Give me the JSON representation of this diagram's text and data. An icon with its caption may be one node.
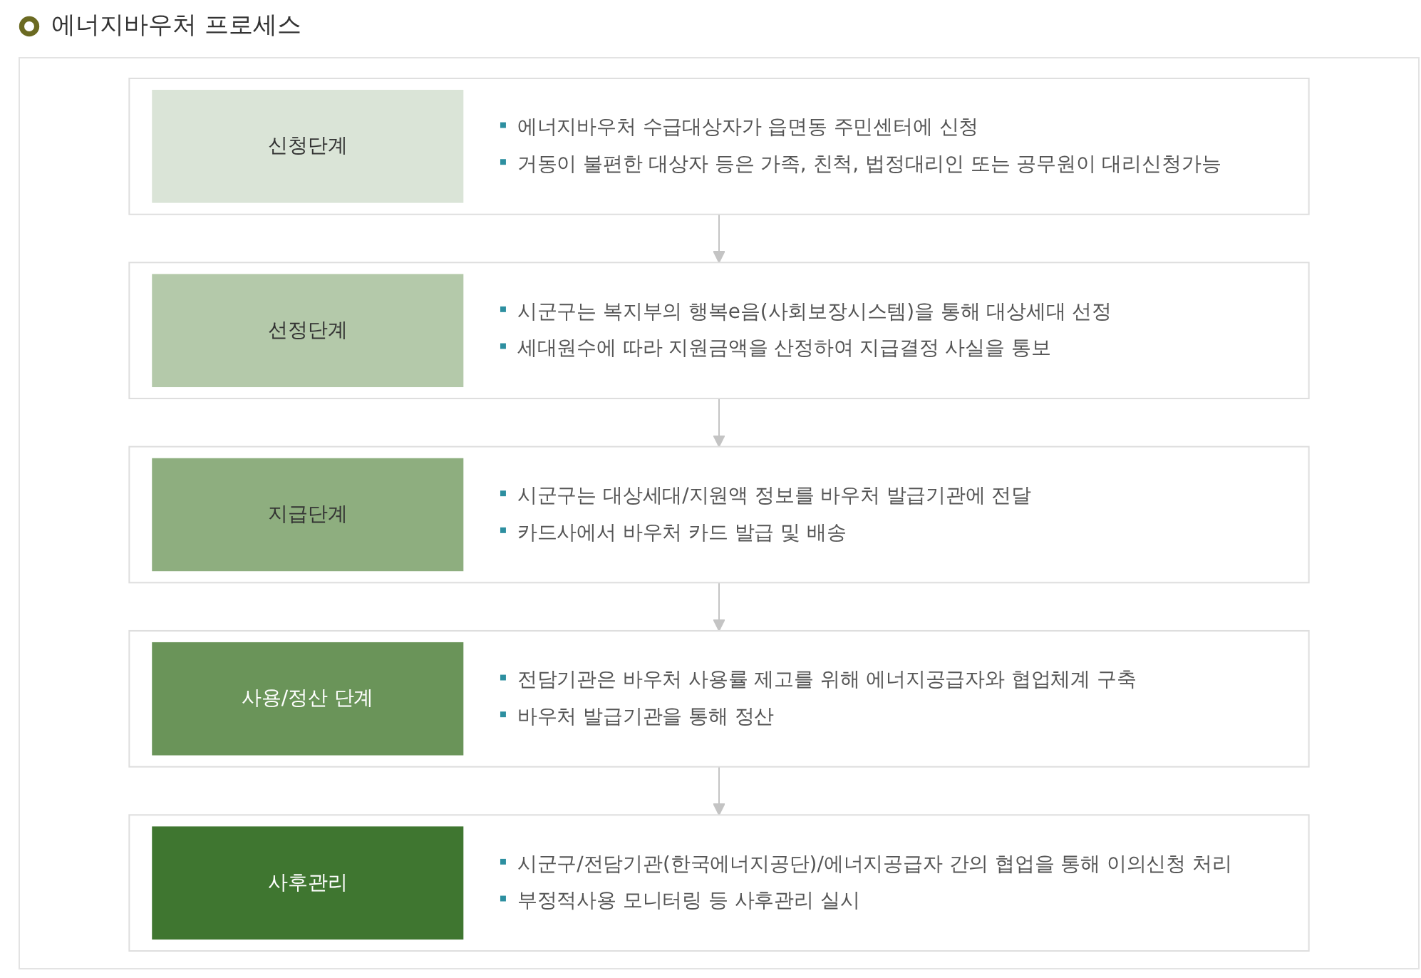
{
  "diagram": {
    "title": "에너지바우처 프로세스",
    "nodes": [
      {
        "text": [
          "신청단계",
          "에너지바우처 수급대상자가 읍면동 주민센터에 신청",
          "거동이 불편한 대상자 등은 가족, 친척, 법정대리인 또는 공무원이 대리신청가능"
        ]
      },
      {
        "text": [
          "선정단계",
          "시군구는 복지부의 행복e음(사회보장시스템)을 통해 대상세대 선정",
          "세대원수에 따라 지원금액을 산정하여 지급결정 사실을 통보"
        ]
      },
      {
        "text": [
          "지급단계",
          "시군구는 대상세대/지원액 정보를 바우처 발급기관에 전달",
          "카드사에서 바우처 카드 발급 및 배송"
        ]
      },
      {
        "text": [
          "사용/정산 단계",
          "전담기관은 바우처 사용률 제고를 위해 에너지공급자와 협업체계 구축",
          "바우처 발급기관을 통해 정산"
        ]
      },
      {
        "text": [
          "사후관리",
          "시군구/전담기관(한국에너지공단)/에너지공급자 간의 협업을 통해 이의신청 처리",
          "부정적사용 모니터링 등 사후관리 실시"
        ]
      }
    ],
    "edges": [
      {
        "from": 0,
        "to": 1,
        "arrow": "to"
      },
      {
        "from": 1,
        "to": 2,
        "arrow": "to"
      },
      {
        "from": 2,
        "to": 3,
        "arrow": "to"
      },
      {
        "from": 3,
        "to": 4,
        "arrow": "to"
      }
    ]
  }
}
